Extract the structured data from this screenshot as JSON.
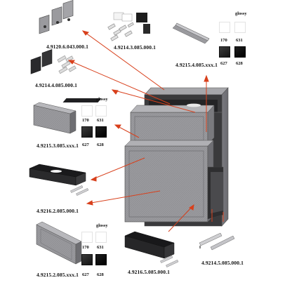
{
  "codes": {
    "legs_a": "4.9120.6.043.000.1",
    "fittings_white": "4.9214.3.085.000.1",
    "handle": "4.9215.4.085.xxx.1",
    "fittings_black": "4.9214.4.085.000.1",
    "front_upper": "4.9215.3.085.xxx.1",
    "drawer_upper": "4.9216.2.085.000.1",
    "front_lower": "4.9215.2.085.xxx.1",
    "drawer_lower": "4.9216.5.085.000.1",
    "runners": "4.9214.5.085.000.1"
  },
  "swatch_labels": {
    "glossy": "glossy",
    "c170": "170",
    "c631": "631",
    "c627": "627",
    "c628": "628"
  },
  "colors": {
    "leader_line": "#d8401c",
    "cabinet_body": "#8a8a8e",
    "cabinet_dark": "#2b2b2d",
    "front_panel": "#9c9ca0"
  }
}
